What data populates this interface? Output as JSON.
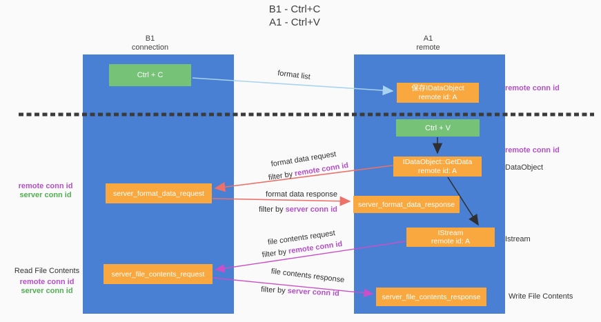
{
  "title": {
    "line1": "B1 - Ctrl+C",
    "line2": "A1 - Ctrl+V"
  },
  "lanes": {
    "left": {
      "title": "B1",
      "subtitle": "connection"
    },
    "right": {
      "title": "A1",
      "subtitle": "remote"
    }
  },
  "nodes": {
    "ctrl_c": {
      "label": "Ctrl + C"
    },
    "ctrl_v": {
      "label": "Ctrl + V"
    },
    "save_dataobject": {
      "line1": "保存IDataObject",
      "line2": "remote id: A"
    },
    "getdata": {
      "line1": "IDataObject::GetData",
      "line2": "remote id: A"
    },
    "istream": {
      "line1": "IStream",
      "line2": "remote id: A"
    },
    "format_request": {
      "label": "server_format_data_request"
    },
    "format_response": {
      "label": "server_format_data_response"
    },
    "file_request": {
      "label": "server_file_contents_request"
    },
    "file_response": {
      "label": "server_file_contents_response"
    }
  },
  "edge_labels": {
    "format_list": "format list",
    "format_data_request": "format data request",
    "format_data_request_filter": {
      "prefix": "filter by ",
      "keyword": "remote conn id"
    },
    "format_data_response": "format data response",
    "format_data_response_filter": {
      "prefix": "filter by ",
      "keyword": "server conn id"
    },
    "file_contents_request": "file contents request",
    "file_contents_request_filter": {
      "prefix": "filter by ",
      "keyword": "remote conn id"
    },
    "file_contents_response": "file contents response",
    "file_contents_response_filter": {
      "prefix": "filter by ",
      "keyword": "server conn id"
    }
  },
  "margin_labels": {
    "right_top_remote_conn_id": "remote conn id",
    "right_mid_remote_conn_id": "remote conn id",
    "dataobject": "DataObject",
    "istream": "Istream",
    "write_file_contents": "Write File Contents",
    "left_format_remote": "remote conn id",
    "left_format_server": "server conn id",
    "read_file_contents": "Read File Contents",
    "left_file_remote": "remote conn id",
    "left_file_server": "server conn id"
  },
  "colors": {
    "lane": "#4a80d4",
    "node_green": "#76c277",
    "node_orange": "#f8a83e",
    "magenta": "#b44fc8",
    "green_text": "#52ae52",
    "arrow_salmon": "#ed7168",
    "arrow_magenta": "#cb4fc6",
    "arrow_lightblue": "#a9d3f0",
    "arrow_black": "#2f2f2f"
  }
}
